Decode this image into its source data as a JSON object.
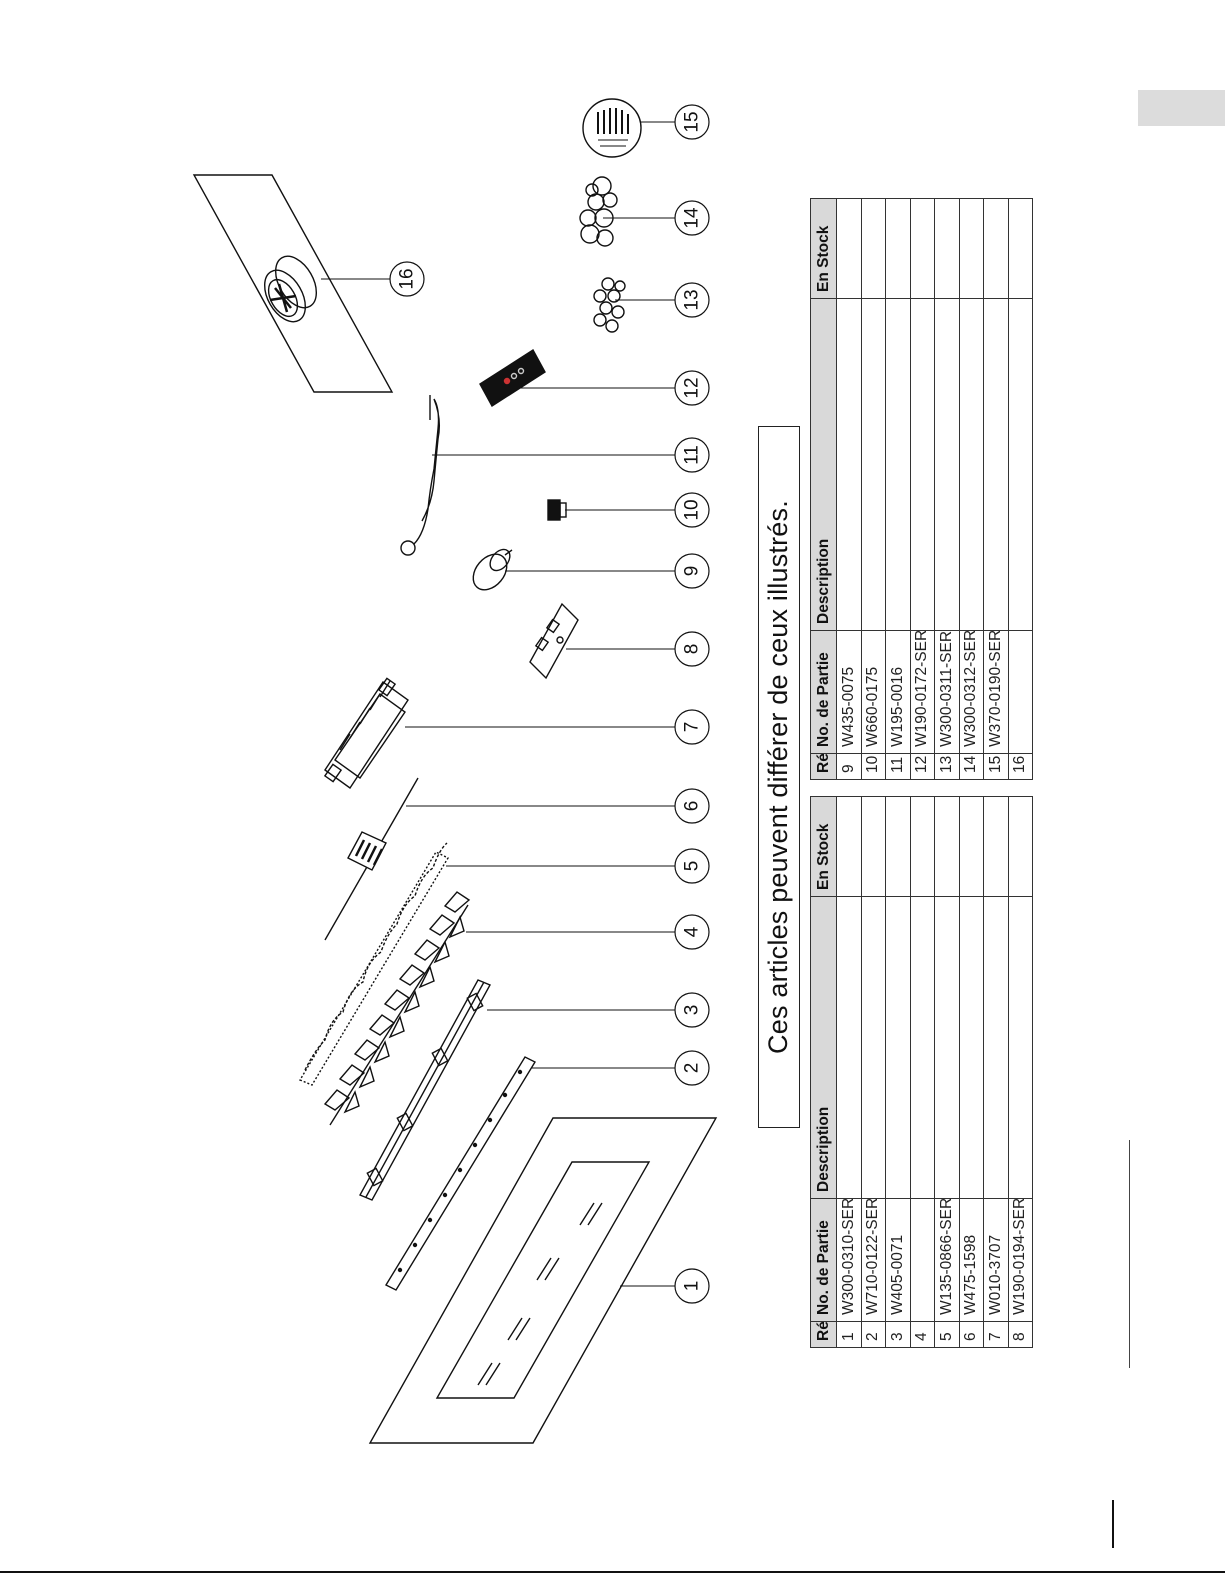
{
  "caption": "Ces articles peuvent différer de ceux illustrés.",
  "table_headers": {
    "ref": "Réf.",
    "part_no": "No. de Partie",
    "description": "Description",
    "in_stock": "En Stock"
  },
  "table_left": [
    {
      "ref": "1",
      "part_no": "W300-0310-SER",
      "description": "",
      "in_stock": ""
    },
    {
      "ref": "2",
      "part_no": "W710-0122-SER",
      "description": "",
      "in_stock": ""
    },
    {
      "ref": "3",
      "part_no": "W405-0071",
      "description": "",
      "in_stock": ""
    },
    {
      "ref": "4",
      "part_no": "",
      "description": "",
      "in_stock": ""
    },
    {
      "ref": "5",
      "part_no": "W135-0866-SER",
      "description": "",
      "in_stock": ""
    },
    {
      "ref": "6",
      "part_no": "W475-1598",
      "description": "",
      "in_stock": ""
    },
    {
      "ref": "7",
      "part_no": "W010-3707",
      "description": "",
      "in_stock": ""
    },
    {
      "ref": "8",
      "part_no": "W190-0194-SER",
      "description": "",
      "in_stock": ""
    }
  ],
  "table_right": [
    {
      "ref": "9",
      "part_no": "W435-0075",
      "description": "",
      "in_stock": ""
    },
    {
      "ref": "10",
      "part_no": "W660-0175",
      "description": "",
      "in_stock": ""
    },
    {
      "ref": "11",
      "part_no": "W195-0016",
      "description": "",
      "in_stock": ""
    },
    {
      "ref": "12",
      "part_no": "W190-0172-SER",
      "description": "",
      "in_stock": ""
    },
    {
      "ref": "13",
      "part_no": "W300-0311-SER",
      "description": "",
      "in_stock": ""
    },
    {
      "ref": "14",
      "part_no": "W300-0312-SER",
      "description": "",
      "in_stock": ""
    },
    {
      "ref": "15",
      "part_no": "W370-0190-SER",
      "description": "",
      "in_stock": ""
    },
    {
      "ref": "16",
      "part_no": "",
      "description": "",
      "in_stock": ""
    }
  ],
  "callouts": [
    "1",
    "2",
    "3",
    "4",
    "5",
    "6",
    "7",
    "8",
    "9",
    "10",
    "11",
    "12",
    "13",
    "14",
    "15",
    "16"
  ]
}
